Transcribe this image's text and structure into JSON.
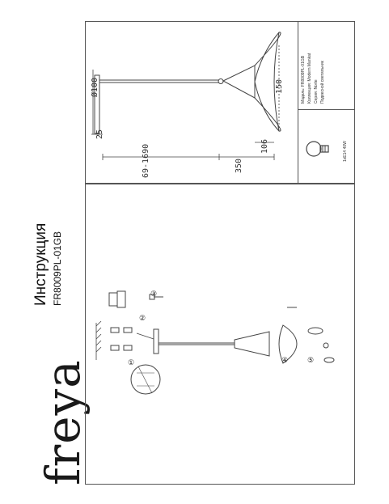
{
  "brand": {
    "logo_text": "freya"
  },
  "header": {
    "title": "Инструкция",
    "model_code": "FR8009PL-01GB"
  },
  "dimensions": {
    "d1": "Ø100",
    "d2": "25",
    "d3": "69-1690",
    "d4": "350",
    "d5": "106",
    "d6": "150"
  },
  "spec": {
    "model_line": "Модель:  FR8009PL-01GB",
    "collection_line": "Коллекция: Modern Mankat",
    "series_line": "Серия:    Norte",
    "type_line": "Подвесной светильник",
    "bulb_line": "1xE14 40W"
  },
  "steps": {
    "s1": "①",
    "s2": "②",
    "s3": "③",
    "s4": "④",
    "s5": "⑤"
  },
  "colors": {
    "line": "#555555",
    "ink": "#222222"
  }
}
